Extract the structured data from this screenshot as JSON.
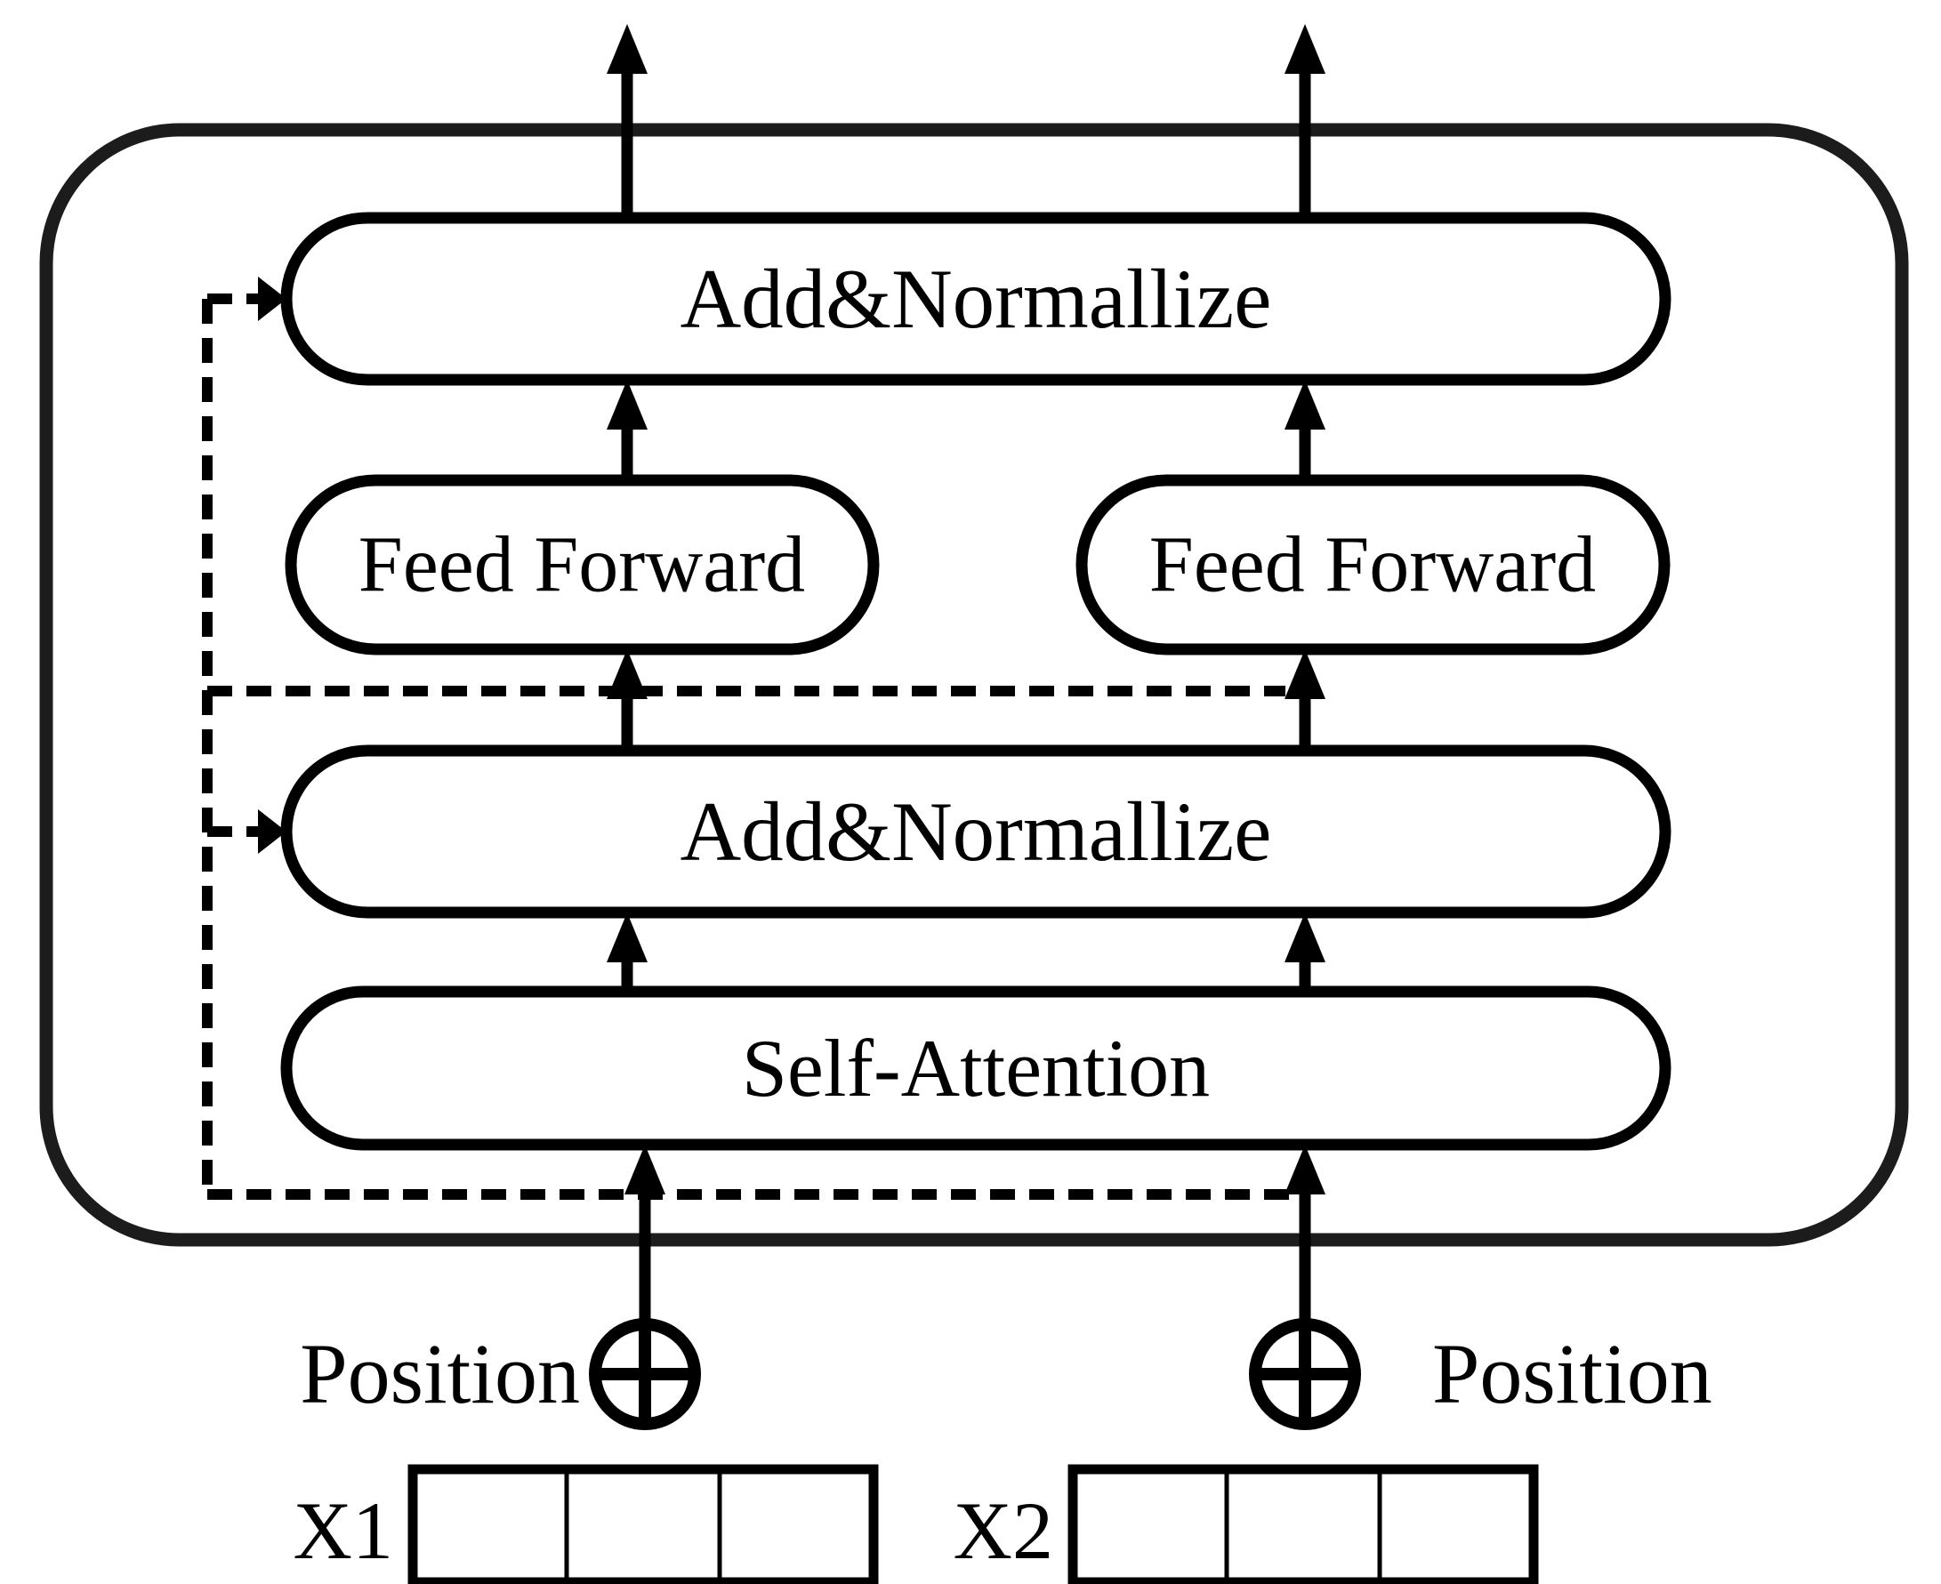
{
  "title": "Transformer encoder block diagram",
  "colors": {
    "ink": "#000000",
    "outer_stroke": "#1c1c1c",
    "background": "#ffffff"
  },
  "blocks": {
    "add_normalize_top": {
      "label": "Add&Normallize"
    },
    "feed_forward_left": {
      "label": "Feed Forward"
    },
    "feed_forward_right": {
      "label": "Feed Forward"
    },
    "add_normalize_middle": {
      "label": "Add&Normallize"
    },
    "self_attention": {
      "label": "Self-Attention"
    }
  },
  "inputs": {
    "position_left": {
      "label": "Position"
    },
    "position_right": {
      "label": "Position"
    },
    "x1": {
      "label": "X1",
      "cells": 3
    },
    "x2": {
      "label": "X2",
      "cells": 3
    }
  },
  "icons": {
    "add_symbol": "circled-plus"
  }
}
